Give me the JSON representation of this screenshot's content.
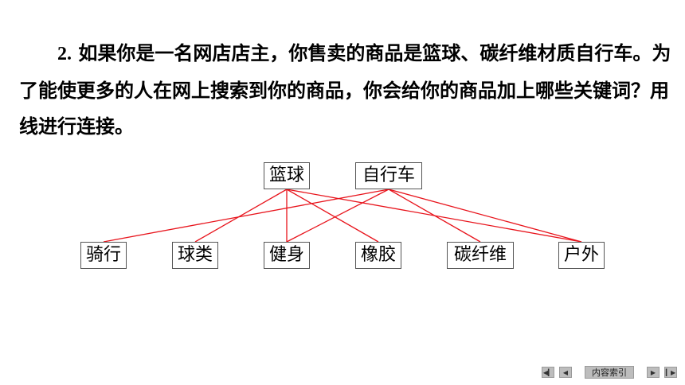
{
  "question": {
    "number": "2.",
    "text": " 如果你是一名网店店主，你售卖的商品是篮球、碳纤维材质自行车。为了能使更多的人在网上搜索到你的商品，你会给你的商品加上哪些关键词？用线进行连接。"
  },
  "products": [
    "篮球",
    "自行车"
  ],
  "keywords": [
    "骑行",
    "球类",
    "健身",
    "橡胶",
    "碳纤维",
    "户外"
  ],
  "connections": [
    {
      "product": 0,
      "keyword": 1
    },
    {
      "product": 0,
      "keyword": 2
    },
    {
      "product": 0,
      "keyword": 3
    },
    {
      "product": 0,
      "keyword": 5
    },
    {
      "product": 1,
      "keyword": 0
    },
    {
      "product": 1,
      "keyword": 2
    },
    {
      "product": 1,
      "keyword": 4
    },
    {
      "product": 1,
      "keyword": 5
    }
  ],
  "line_color": "#e8131b",
  "nav": {
    "first_icon": "first-page-icon",
    "prev_icon": "prev-page-icon",
    "index_label": "内容索引",
    "next_icon": "next-page-icon",
    "last_icon": "last-page-icon"
  }
}
